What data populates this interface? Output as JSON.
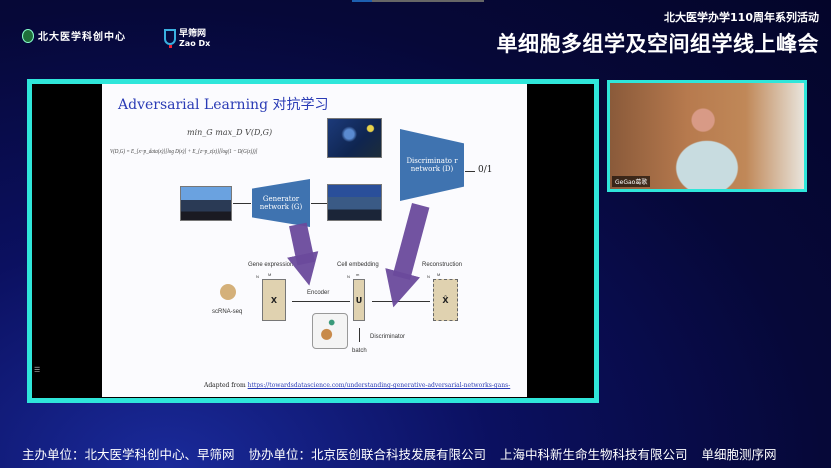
{
  "header": {
    "logo_pku": "北大医学科创中心",
    "logo_zaodx_cn": "早筛网",
    "logo_zaodx_en": "Zao Dx",
    "subtitle": "北大医学办学110周年系列活动",
    "title": "单细胞多组学及空间组学线上峰会"
  },
  "slide": {
    "title": "Adversarial Learning 对抗学习",
    "eq1": "min_G max_D V(D,G)",
    "eq2": "V(D,G) = E_{x~p_data(x)}[log D(x)] + E_{z~p_z(z)}[log(1 − D(G(z)))]",
    "generator": "Generator network (G)",
    "discriminator": "Discriminato r network (D)",
    "output": "0/1",
    "gene_expression": "Gene expression",
    "cell_embedding": "Cell embedding",
    "reconstruction": "Reconstruction",
    "scrna": "scRNA-seq",
    "encoder": "Encoder",
    "disc_label": "Discriminator",
    "batch": "batch",
    "x": "X",
    "u": "U",
    "xhat": "X̂",
    "m_upper": "M",
    "m_lower": "m",
    "n": "N",
    "cite_prefix": "Adapted from",
    "cite_link": "https://towardsdatascience.com/understanding-generative-adversarial-networks-gans-"
  },
  "video": {
    "name": "GeGao葛歌"
  },
  "footer": {
    "host": "主办单位：北大医学科创中心、早筛网",
    "co": "协办单位：北京医创联合科技发展有限公司",
    "co2": "上海中科新生命生物科技有限公司",
    "co3": "单细胞测序网"
  },
  "colors": {
    "frame": "#2fe6da",
    "title_blue": "#2a3bb5",
    "purple_arrow": "#6a4a9c"
  }
}
